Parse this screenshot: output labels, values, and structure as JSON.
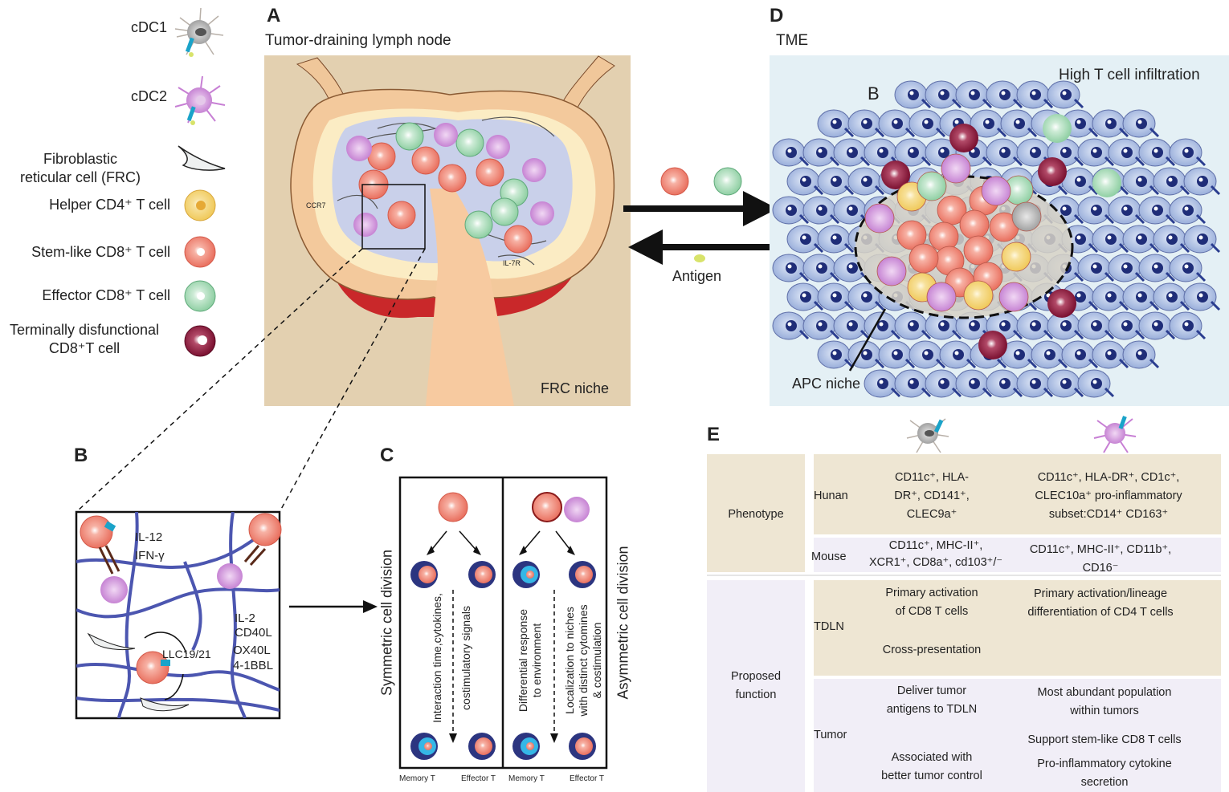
{
  "legend": {
    "items": [
      {
        "key": "cdc1",
        "label": "cDC1"
      },
      {
        "key": "cdc2",
        "label": "cDC2"
      },
      {
        "key": "frc",
        "label": "Fibroblastic\nreticular cell (FRC)"
      },
      {
        "key": "helper",
        "label": "Helper CD4⁺ T cell"
      },
      {
        "key": "stem",
        "label": "Stem-like CD8⁺ T cell"
      },
      {
        "key": "effector",
        "label": "Effector CD8⁺ T cell"
      },
      {
        "key": "term",
        "label": "Terminally disfunctional\nCD8⁺T cell"
      }
    ]
  },
  "panelA": {
    "letter": "A",
    "title": "Tumor-draining lymph node",
    "niche": "FRC niche",
    "ccr7": "CCR7",
    "il7r": "IL-7R"
  },
  "arrows": {
    "antigen": "Antigen"
  },
  "panelD": {
    "letter": "D",
    "title": "TME",
    "infiltration": "High T cell infiltration",
    "subletter": "B",
    "apc": "APC niche"
  },
  "panelB": {
    "letter": "B",
    "il12": "IL-12",
    "ifng": "IFN-γ",
    "il2": "IL-2",
    "cd40l": "CD40L",
    "ox40l": "OX40L",
    "bbl": "4-1BBL",
    "llc": "LLC19/21"
  },
  "panelC": {
    "letter": "C",
    "symmetric": "Symmetric cell division",
    "asymmetric": "Asymmetric cell division",
    "sym_text1": "Interaction time,cytokines,",
    "sym_text2": "costimulatory signals",
    "asym_text1": "Differential response",
    "asym_text2": "to environment",
    "asym_text3": "Localization to niches",
    "asym_text4": "with distinct cytomines",
    "asym_text5": "& costimulation",
    "memory": "Memory T",
    "effector": "Effector T"
  },
  "panelE": {
    "letter": "E",
    "phenotype": "Phenotype",
    "proposed": "Proposed\nfunction",
    "hunan": "Hunan",
    "mouse": "Mouse",
    "tdln": "TDLN",
    "tumor": "Tumor",
    "h_cdc1": "CD11c⁺, HLA-\nDR⁺, CD141⁺,\nCLEC9a⁺",
    "h_cdc2": "CD11c⁺, HLA-DR⁺, CD1c⁺,\nCLEC10a⁺ pro-inflammatory\nsubset:CD14⁺ CD163⁺",
    "m_cdc1": "CD11c⁺, MHC-II⁺,\nXCR1⁺, CD8a⁺, cd103⁺/⁻",
    "m_cdc2": "CD11c⁺, MHC-II⁺, CD11b⁺,\nCD16⁻",
    "t_cdc1a": "Primary activation\nof CD8 T cells",
    "t_cdc1b": "Cross-presentation",
    "t_cdc2": "Primary activation/lineage\ndifferentiation of CD4 T cells",
    "tu_cdc1a": "Deliver tumor\nantigens to TDLN",
    "tu_cdc1b": "Associated with\nbetter tumor control",
    "tu_cdc2a": "Most abundant population\nwithin tumors",
    "tu_cdc2b": "Support stem-like CD8 T cells",
    "tu_cdc2c": "Pro-inflammatory cytokine\nsecretion"
  },
  "colors": {
    "stem": "#ef7d6e",
    "effector": "#9fd6b0",
    "helper": "#f4d67a",
    "term": "#8e1a3a",
    "cdc2": "#c98ad6",
    "tme_bg": "#e4f0f5",
    "ln_bg": "#e7d5b8",
    "table_tan": "#eee6d3",
    "table_lav": "#f1eef7"
  }
}
